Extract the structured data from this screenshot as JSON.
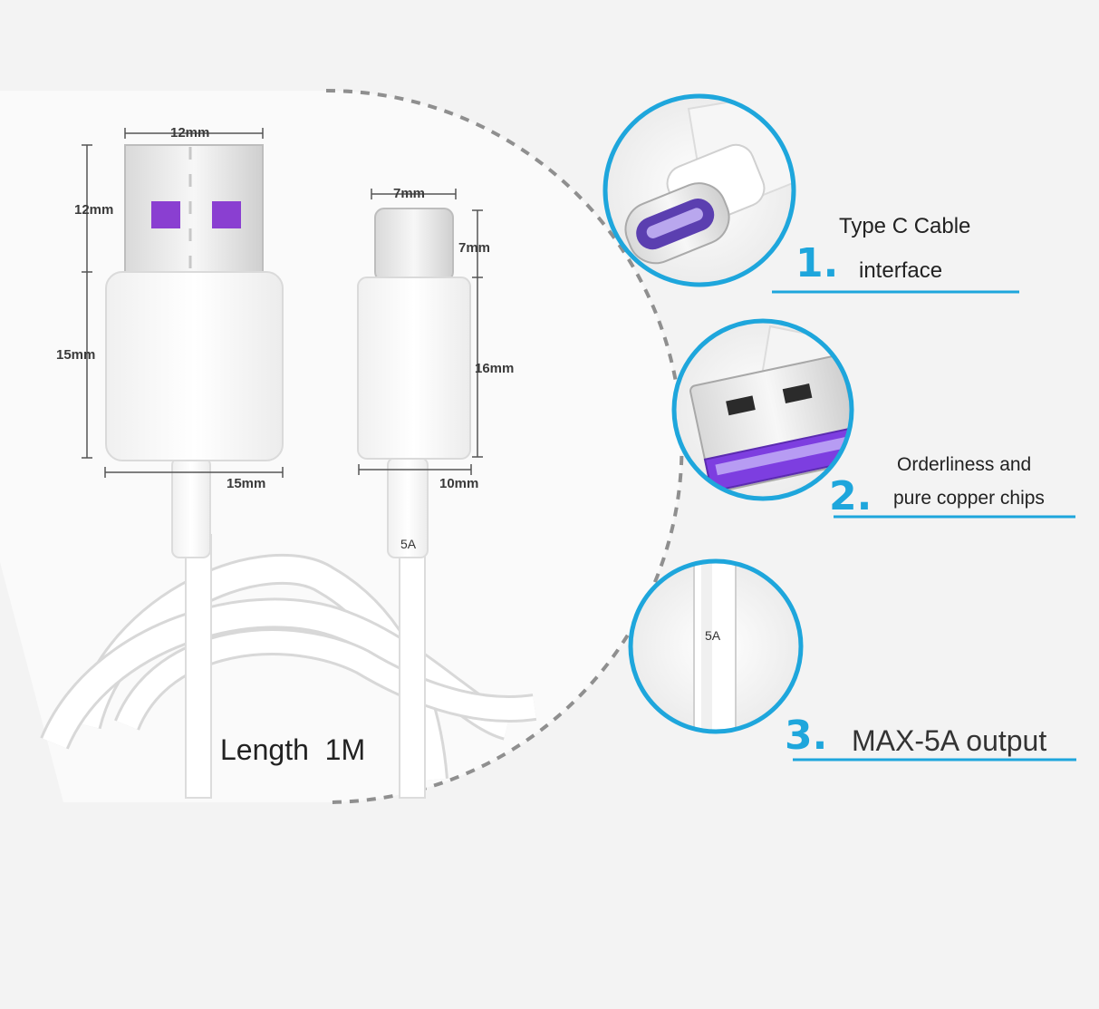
{
  "dimensions": {
    "usb_a_width": "12mm",
    "usb_a_head_height": "12mm",
    "usb_a_body_height": "15mm",
    "usb_a_body_width": "15mm",
    "type_c_width": "7mm",
    "type_c_head_height": "7mm",
    "type_c_body_height": "16mm",
    "type_c_body_width": "10mm"
  },
  "cable_marking": "5A",
  "length_label": "Length  1M",
  "features": [
    {
      "number": "1.",
      "line1": "Type C Cable",
      "line2": "interface"
    },
    {
      "number": "2.",
      "line1": "Orderliness and",
      "line2": "pure copper chips"
    },
    {
      "number": "3.",
      "line1": "MAX-5A output"
    }
  ],
  "colors": {
    "accent": "#1ea6dc",
    "purple_chip": "#8a3fd1",
    "cable": "#ffffff",
    "background": "#f3f3f3"
  }
}
